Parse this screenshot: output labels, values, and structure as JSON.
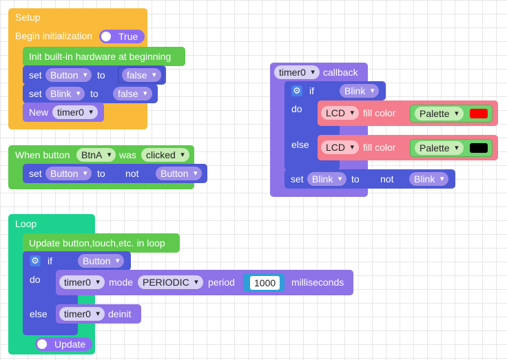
{
  "colors": {
    "setup": "#f9ba39",
    "hw_init": "#5ec94d",
    "var_blue": "#4d59d6",
    "timer_purple": "#8d72e8",
    "event_green": "#5ec94d",
    "loop_green": "#1dd28e",
    "lcd_pink": "#f06b7c",
    "palette_green": "#6fd36f",
    "color_red": "#ff0000",
    "color_black": "#000000"
  },
  "setup": {
    "title": "Setup",
    "begin_label": "Begin initialization",
    "begin_toggle": "True",
    "hw_init": "Init built-in hardware at beginning",
    "row1": {
      "set": "set",
      "var": "Button",
      "to": "to",
      "value": "false"
    },
    "row2": {
      "set": "set",
      "var": "Blink",
      "to": "to",
      "value": "false"
    },
    "row3": {
      "new": "New",
      "timer": "timer0"
    }
  },
  "button_event": {
    "when": "When button",
    "button": "BtnA",
    "was": "was",
    "action": "clicked",
    "stmt": {
      "set": "set",
      "var": "Button",
      "to": "to",
      "not": "not",
      "operand": "Button"
    }
  },
  "callback": {
    "timer": "timer0",
    "callback": "callback",
    "if": "if",
    "cond": "Blink",
    "do": "do",
    "else": "else",
    "lcd_do": {
      "lcd": "LCD",
      "fill": "fill color",
      "palette": "Palette",
      "color_name": "red"
    },
    "lcd_else": {
      "lcd": "LCD",
      "fill": "fill color",
      "palette": "Palette",
      "color_name": "black"
    },
    "set_row": {
      "set": "set",
      "var": "Blink",
      "to": "to",
      "not": "not",
      "operand": "Blink"
    }
  },
  "loop": {
    "title": "Loop",
    "update_label": "Update button,touch,etc. in loop",
    "if": "if",
    "cond": "Button",
    "do": "do",
    "else": "else",
    "timer_do": {
      "timer": "timer0",
      "mode": "mode",
      "mode_value": "PERIODIC",
      "period": "period",
      "period_value": "1000",
      "unit": "milliseconds"
    },
    "timer_else": {
      "timer": "timer0",
      "deinit": "deinit"
    },
    "update_toggle": "Update"
  }
}
